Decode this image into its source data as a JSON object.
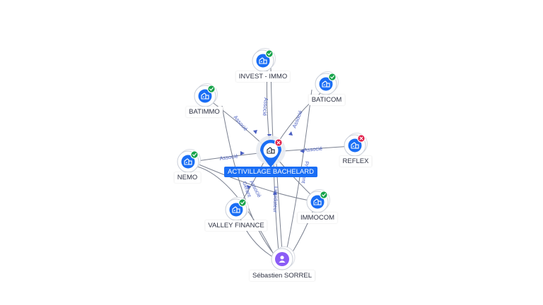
{
  "center_company": {
    "label": "ACTIVILLAGE BACHELARD",
    "status": "inactive"
  },
  "companies": [
    {
      "id": "invest",
      "label": "INVEST - IMMO",
      "status": "active"
    },
    {
      "id": "baticom",
      "label": "BATICOM",
      "status": "active"
    },
    {
      "id": "batimmo",
      "label": "BATIMMO",
      "status": "active"
    },
    {
      "id": "reflex",
      "label": "REFLEX",
      "status": "inactive"
    },
    {
      "id": "nemo",
      "label": "NEMO",
      "status": "active"
    },
    {
      "id": "immocom",
      "label": "IMMOCOM",
      "status": "active"
    },
    {
      "id": "valley",
      "label": "VALLEY FINANCE",
      "status": "active"
    }
  ],
  "person": {
    "label": "Sébastien SORREL"
  },
  "edge_labels": {
    "associe": "Associé",
    "liquidateur": "Liquidateur",
    "president": "Président",
    "gerant": "Gérant"
  },
  "colors": {
    "node_blue": "#1a6ef5",
    "person_purple": "#8b5cf6",
    "active_green": "#16a34a",
    "inactive_red": "#e11d48",
    "edge_gray": "#7b8190",
    "edge_label_blue": "#4a5fc1"
  },
  "icons": {
    "company": "building-icon",
    "person": "person-icon",
    "active": "check-badge-icon",
    "inactive": "close-badge-icon"
  }
}
